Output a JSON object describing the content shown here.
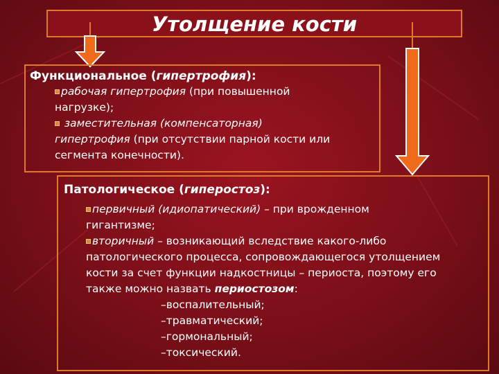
{
  "title": "Утолщение кости",
  "functional": {
    "heading_prefix": "Функциональное (",
    "heading_italic": "гипертрофия",
    "heading_suffix": "):",
    "item1_italic": "рабочая гипертрофия",
    "item1_text_1": " (при повышенной",
    "item1_text_2": "нагрузке);",
    "item2_italic_1": " заместительная (компенсаторная)",
    "item2_italic_2": "гипертрофия",
    "item2_text_1": " (при отсутствии парной кости или",
    "item2_text_2": "сегмента конечности)."
  },
  "pathological": {
    "heading_prefix": "Патологическое (",
    "heading_italic": "гиперостоз",
    "heading_suffix": "):",
    "item1_italic": "первичный (идиопатический)",
    "item1_text_1": " – при врожденном",
    "item1_text_2": "гигантизме;",
    "item2_italic": "вторичный",
    "item2_text_1": " – возникающий вследствие какого-либо",
    "item2_text_2": "патологического процесса, сопровождающегося утолщением",
    "item2_text_3": "кости за счет функции надкостницы – периоста, поэтому его",
    "item2_text_4": "также можно назвать ",
    "item2_bold_italic": "периостозом",
    "item2_text_5": ":",
    "subitems": [
      "–воспалительный;",
      "–травматический;",
      "–гормональный;",
      "–токсический."
    ]
  },
  "colors": {
    "background": "#7a0f18",
    "border": "#e07a2a",
    "arrow_fill": "#f06a1c",
    "arrow_outline": "#ffffff"
  },
  "icons": [
    "arrow-down-icon",
    "square-bullet-icon"
  ]
}
